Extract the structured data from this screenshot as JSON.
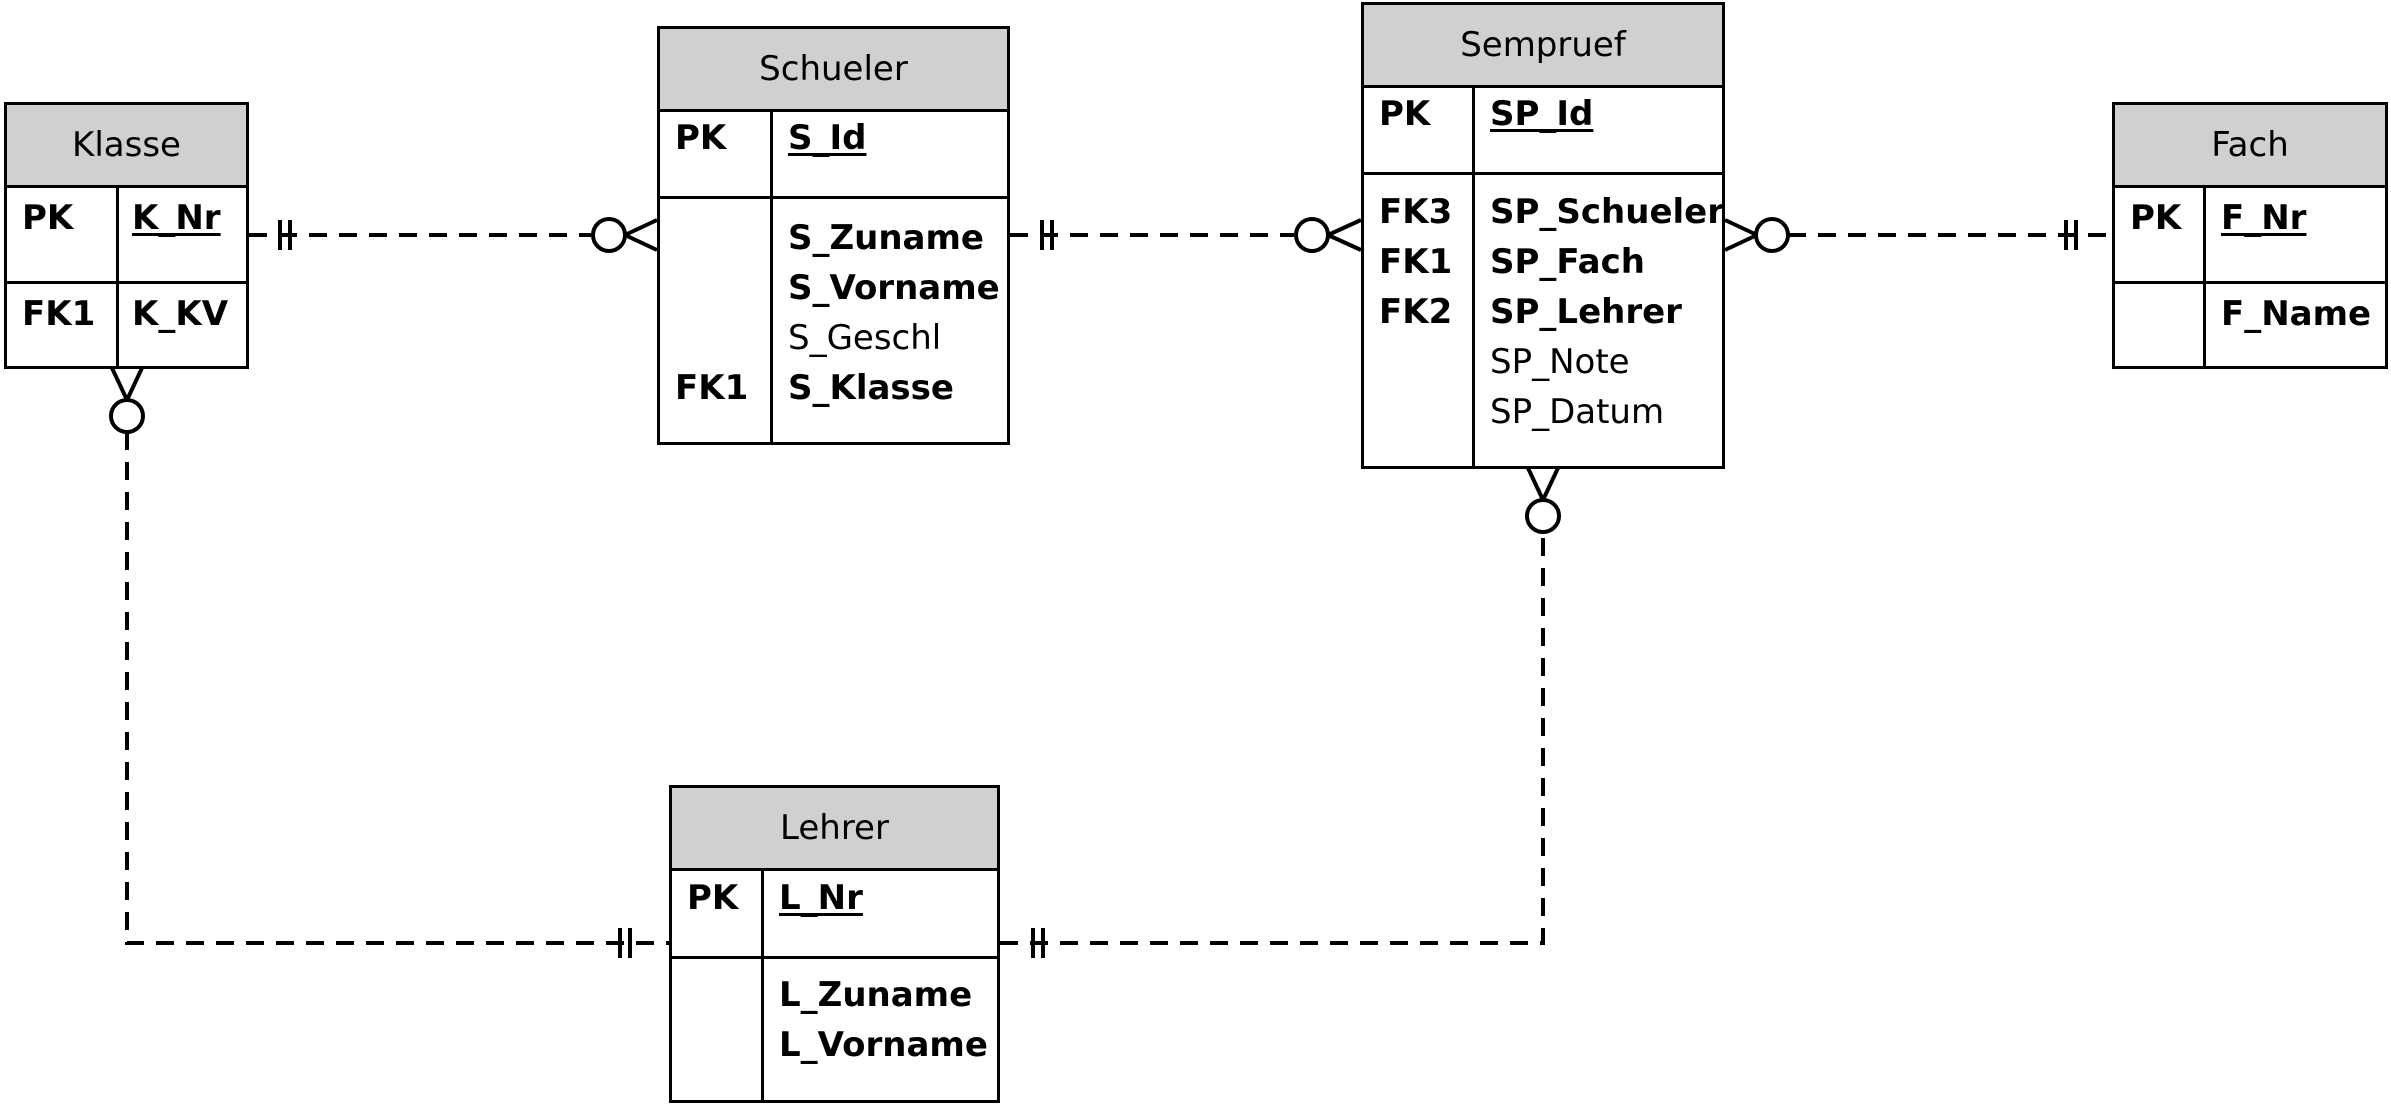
{
  "entities": {
    "klasse": {
      "title": "Klasse",
      "rows": [
        {
          "key": "PK",
          "attr": "K_Nr"
        },
        {
          "key": "FK1",
          "attr": "K_KV"
        }
      ]
    },
    "schueler": {
      "title": "Schueler",
      "rows": [
        {
          "key": "PK",
          "attr": "S_Id"
        },
        {
          "key": "",
          "attr": "S_Zuname"
        },
        {
          "key": "",
          "attr": "S_Vorname"
        },
        {
          "key": "",
          "attr": "S_Geschl"
        },
        {
          "key": "FK1",
          "attr": "S_Klasse"
        }
      ]
    },
    "sempruef": {
      "title": "Sempruef",
      "rows": [
        {
          "key": "PK",
          "attr": "SP_Id"
        },
        {
          "key": "FK3",
          "attr": "SP_Schueler"
        },
        {
          "key": "FK1",
          "attr": "SP_Fach"
        },
        {
          "key": "FK2",
          "attr": "SP_Lehrer"
        },
        {
          "key": "",
          "attr": "SP_Note"
        },
        {
          "key": "",
          "attr": "SP_Datum"
        }
      ]
    },
    "fach": {
      "title": "Fach",
      "rows": [
        {
          "key": "PK",
          "attr": "F_Nr"
        },
        {
          "key": "",
          "attr": "F_Name"
        }
      ]
    },
    "lehrer": {
      "title": "Lehrer",
      "rows": [
        {
          "key": "PK",
          "attr": "L_Nr"
        },
        {
          "key": "",
          "attr": "L_Zuname"
        },
        {
          "key": "",
          "attr": "L_Vorname"
        }
      ]
    }
  },
  "relationships": [
    {
      "from": "Klasse",
      "from_cardinality": "one-and-only-one",
      "to": "Schueler",
      "to_cardinality": "zero-or-many"
    },
    {
      "from": "Schueler",
      "from_cardinality": "one-and-only-one",
      "to": "Sempruef",
      "to_cardinality": "zero-or-many"
    },
    {
      "from": "Fach",
      "from_cardinality": "one-and-only-one",
      "to": "Sempruef",
      "to_cardinality": "zero-or-many"
    },
    {
      "from": "Lehrer",
      "from_cardinality": "one-and-only-one",
      "to": "Klasse",
      "to_cardinality": "zero-or-many"
    },
    {
      "from": "Lehrer",
      "from_cardinality": "one-and-only-one",
      "to": "Sempruef",
      "to_cardinality": "zero-or-many"
    }
  ]
}
